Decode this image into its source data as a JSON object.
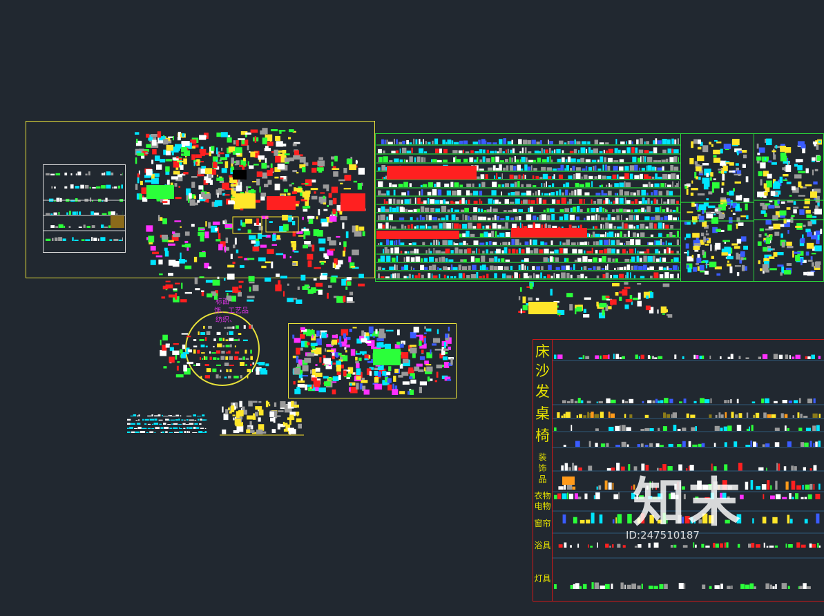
{
  "drawing": {
    "background": "#212830",
    "colors": {
      "yellow_frame": "#e8e23a",
      "green_frame": "#2bd43a",
      "red_frame": "#d01818",
      "white_frame": "#d8d8d8",
      "category_text": "#e7e200",
      "magenta_text": "#d833e0",
      "block_palette": [
        "#00e5ff",
        "#2bff3a",
        "#ffffff",
        "#ff2020",
        "#ffe62a",
        "#ff30ff",
        "#9a9a9a",
        "#3a5cff",
        "#ff9a1a"
      ]
    }
  },
  "circle_labels": [
    "标面",
    "饰、工艺品",
    "纺织、"
  ],
  "categories": [
    {
      "label": "床"
    },
    {
      "label": "沙"
    },
    {
      "label": "发"
    },
    {
      "label": "桌"
    },
    {
      "label": "椅"
    },
    {
      "label": "装"
    },
    {
      "label": "饰"
    },
    {
      "label": "品"
    },
    {
      "label": "衣物"
    },
    {
      "label": "电物"
    },
    {
      "label": "窗帘"
    },
    {
      "label": "浴具"
    },
    {
      "label": "灯具"
    }
  ],
  "watermark": {
    "logo": "知末",
    "id_text": "ID:247510187"
  }
}
